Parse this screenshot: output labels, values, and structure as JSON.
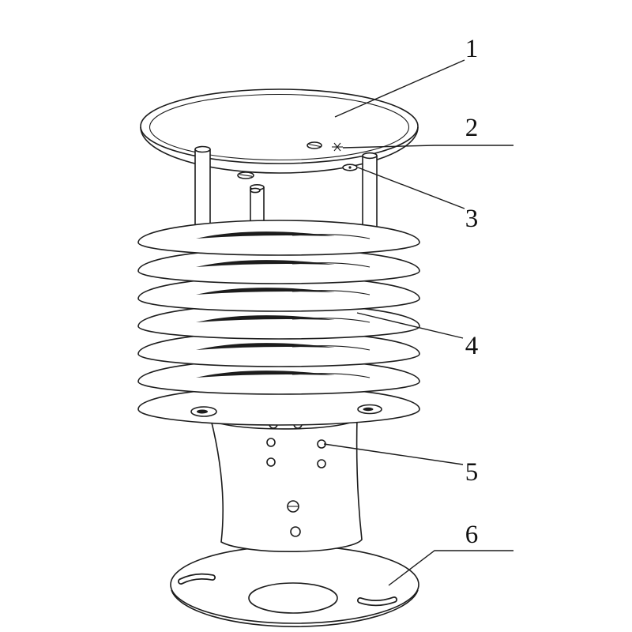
{
  "figure": {
    "background_color": "#ffffff",
    "line_color": "#1c1c1c",
    "callouts": [
      {
        "label": "1"
      },
      {
        "label": "2"
      },
      {
        "label": "3"
      },
      {
        "label": "4"
      },
      {
        "label": "5"
      },
      {
        "label": "6"
      }
    ]
  }
}
